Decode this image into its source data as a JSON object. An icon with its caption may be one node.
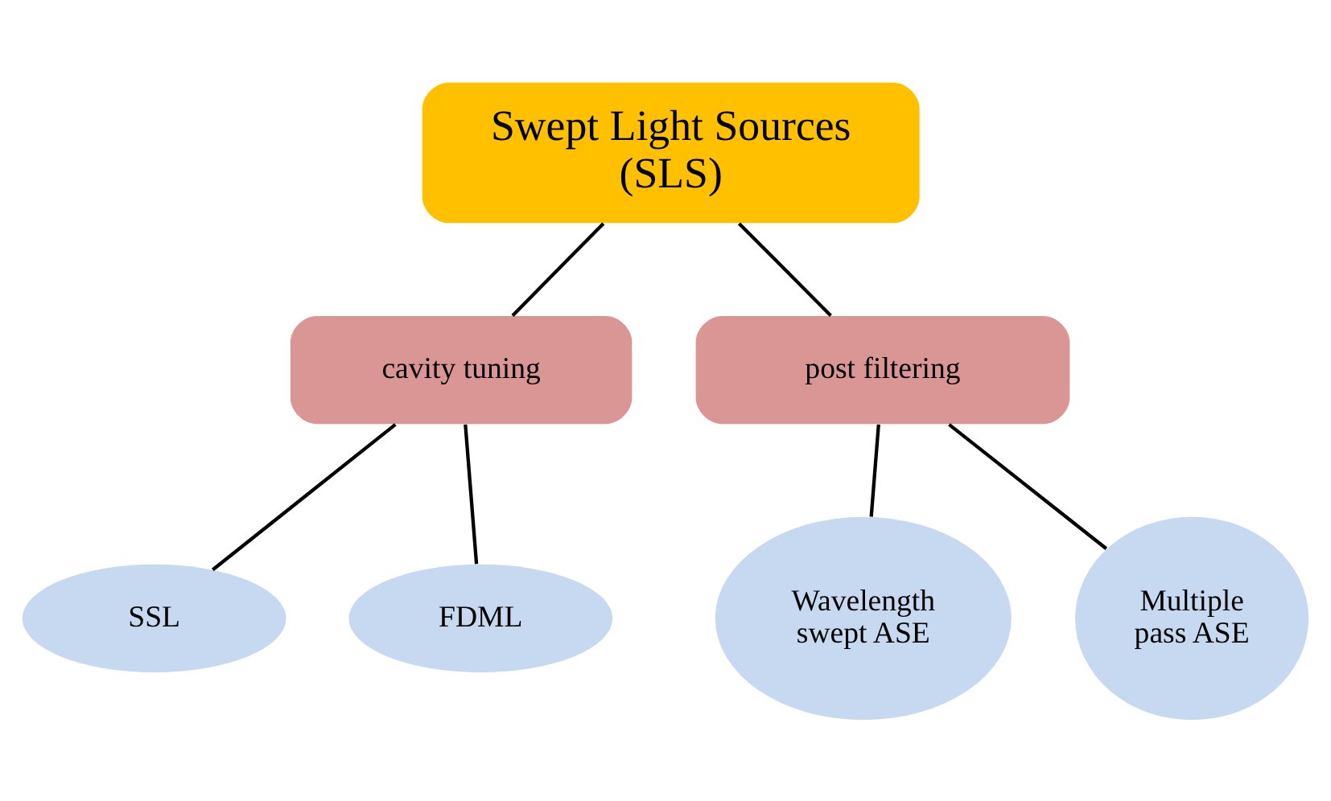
{
  "diagram": {
    "nodes": [
      {
        "text": [
          "Swept Light Sources (SLS)"
        ]
      },
      {
        "text": [
          "cavity tuning"
        ]
      },
      {
        "text": [
          "post filtering"
        ]
      },
      {
        "text": [
          "SSL"
        ]
      },
      {
        "text": [
          "FDML"
        ]
      },
      {
        "text": [
          "Wavelength swept ASE"
        ]
      },
      {
        "text": [
          "Multiple pass ASE"
        ]
      }
    ],
    "edges": [
      {
        "from": 0,
        "to": 1,
        "arrow": "none"
      },
      {
        "from": 0,
        "to": 2,
        "arrow": "none"
      },
      {
        "from": 1,
        "to": 3,
        "arrow": "none"
      },
      {
        "from": 1,
        "to": 4,
        "arrow": "none"
      },
      {
        "from": 2,
        "to": 5,
        "arrow": "none"
      },
      {
        "from": 2,
        "to": 6,
        "arrow": "none"
      }
    ]
  }
}
